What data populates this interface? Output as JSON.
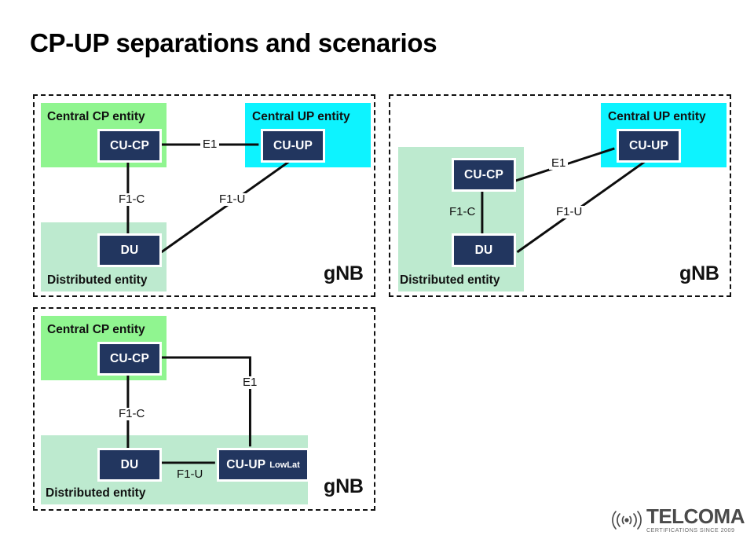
{
  "slide": {
    "title": "CP-UP separations and scenarios",
    "background_color": "#ffffff"
  },
  "colors": {
    "central_cp_fill": "#90f590",
    "central_up_fill": "#0df3ff",
    "distributed_fill": "#bdeacf",
    "node_fill": "#22365f",
    "node_text": "#ffffff",
    "line": "#0d0d0d",
    "panel_border": "#111111"
  },
  "labels": {
    "central_cp_entity": "Central CP entity",
    "central_up_entity": "Central UP entity",
    "distributed_entity": "Distributed entity",
    "gnb": "gNB",
    "cu_cp": "CU-CP",
    "cu_up": "CU-UP",
    "du": "DU",
    "cu_up_lowlat_main": "CU-UP",
    "cu_up_lowlat_sub": "LowLat",
    "e1": "E1",
    "f1c": "F1-C",
    "f1u": "F1-U"
  },
  "scenarios": [
    {
      "id": "scenario-1",
      "gnb_label": "gNB",
      "regions": [
        {
          "name": "central-cp",
          "label": "Central CP entity"
        },
        {
          "name": "central-up",
          "label": "Central UP entity"
        },
        {
          "name": "distributed",
          "label": "Distributed entity"
        }
      ],
      "nodes": [
        {
          "name": "cu-cp",
          "label": "CU-CP",
          "region": "central-cp"
        },
        {
          "name": "cu-up",
          "label": "CU-UP",
          "region": "central-up"
        },
        {
          "name": "du",
          "label": "DU",
          "region": "distributed"
        }
      ],
      "links": [
        {
          "name": "e1",
          "label": "E1",
          "from": "cu-cp",
          "to": "cu-up"
        },
        {
          "name": "f1c",
          "label": "F1-C",
          "from": "cu-cp",
          "to": "du"
        },
        {
          "name": "f1u",
          "label": "F1-U",
          "from": "cu-up",
          "to": "du"
        }
      ]
    },
    {
      "id": "scenario-2",
      "gnb_label": "gNB",
      "regions": [
        {
          "name": "central-up",
          "label": "Central UP entity"
        },
        {
          "name": "distributed",
          "label": "Distributed entity"
        }
      ],
      "nodes": [
        {
          "name": "cu-cp",
          "label": "CU-CP",
          "region": "distributed"
        },
        {
          "name": "cu-up",
          "label": "CU-UP",
          "region": "central-up"
        },
        {
          "name": "du",
          "label": "DU",
          "region": "distributed"
        }
      ],
      "links": [
        {
          "name": "e1",
          "label": "E1",
          "from": "cu-cp",
          "to": "cu-up"
        },
        {
          "name": "f1c",
          "label": "F1-C",
          "from": "cu-cp",
          "to": "du"
        },
        {
          "name": "f1u",
          "label": "F1-U",
          "from": "cu-up",
          "to": "du"
        }
      ]
    },
    {
      "id": "scenario-3",
      "gnb_label": "gNB",
      "regions": [
        {
          "name": "central-cp",
          "label": "Central CP entity"
        },
        {
          "name": "distributed",
          "label": "Distributed entity"
        }
      ],
      "nodes": [
        {
          "name": "cu-cp",
          "label": "CU-CP",
          "region": "central-cp"
        },
        {
          "name": "du",
          "label": "DU",
          "region": "distributed"
        },
        {
          "name": "cu-up-lowlat",
          "label": "CU-UP",
          "sublabel": "LowLat",
          "region": "distributed"
        }
      ],
      "links": [
        {
          "name": "e1",
          "label": "E1",
          "from": "cu-cp",
          "to": "cu-up-lowlat"
        },
        {
          "name": "f1c",
          "label": "F1-C",
          "from": "cu-cp",
          "to": "du"
        },
        {
          "name": "f1u",
          "label": "F1-U",
          "from": "du",
          "to": "cu-up-lowlat"
        }
      ]
    }
  ],
  "logo": {
    "brand": "TELCOMA",
    "tagline": "CERTIFICATIONS SINCE 2009",
    "icon": "broadcast-signal-icon"
  }
}
